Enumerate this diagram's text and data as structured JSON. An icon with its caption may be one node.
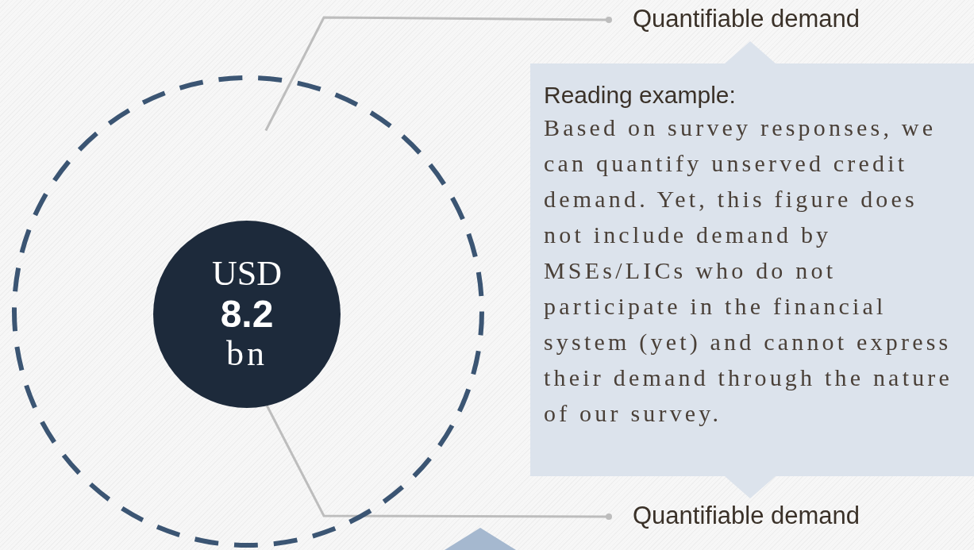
{
  "diagram": {
    "nodes": [
      {
        "text": [
          "Quantifiable demand"
        ]
      },
      {
        "text": [],
        "shape": "circle"
      },
      {
        "text": [
          "USD",
          "8.2",
          "bn"
        ],
        "in": 1
      },
      {
        "text": [
          "Quantifiable demand"
        ]
      },
      {
        "text": [
          "Reading example:",
          "Based on survey responses, we can quantify unserved credit demand. Yet, this figure does not include demand by MSEs/LICs who do not participate in the financial system (yet) and cannot express their demand through the nature of our survey."
        ]
      },
      {
        "text": [],
        "shape": "triangle"
      }
    ],
    "edges": [
      {
        "from": 0,
        "to": 1,
        "arrow": "other"
      },
      {
        "from": 3,
        "to": 2,
        "arrow": "other"
      }
    ]
  }
}
